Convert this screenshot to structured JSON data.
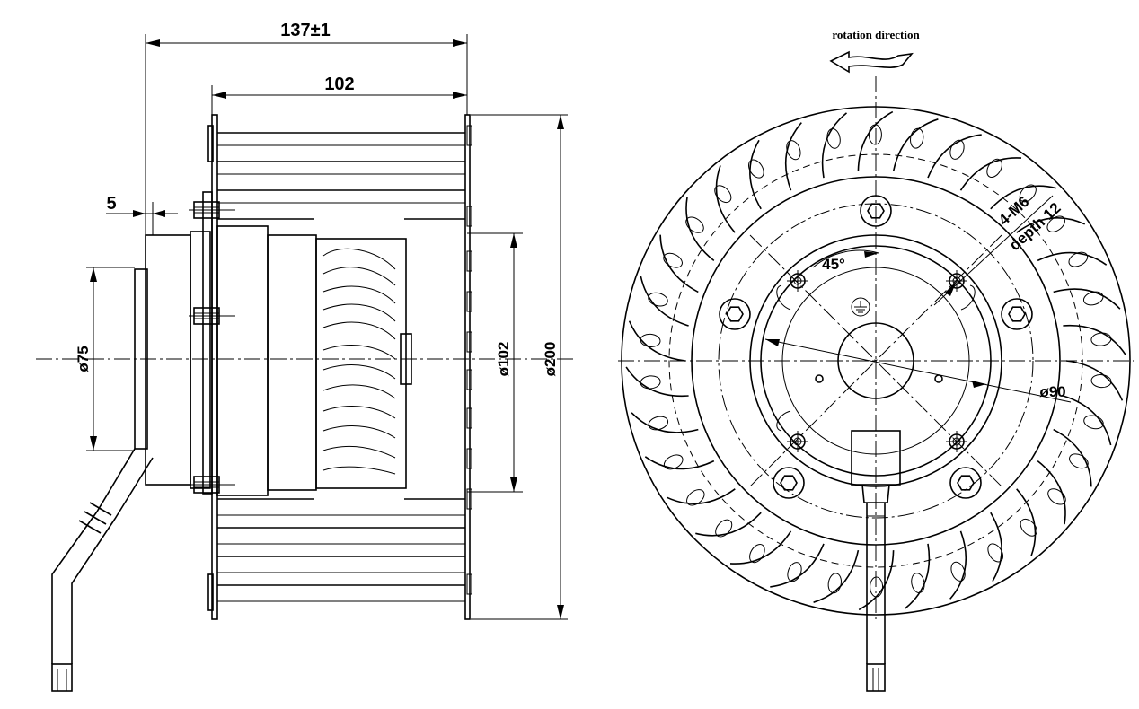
{
  "side_view": {
    "overall_length": "137±1",
    "impeller_width": "102",
    "flange_offset": "5",
    "motor_diameter": "ø75",
    "hub_diameter": "ø102",
    "impeller_diameter": "ø200"
  },
  "front_view": {
    "rotation_label": "rotation direction",
    "angle_label": "45°",
    "thread_label": "4-M6",
    "depth_label": "depth 12",
    "bolt_circle": "ø90",
    "blade_count": 34
  }
}
